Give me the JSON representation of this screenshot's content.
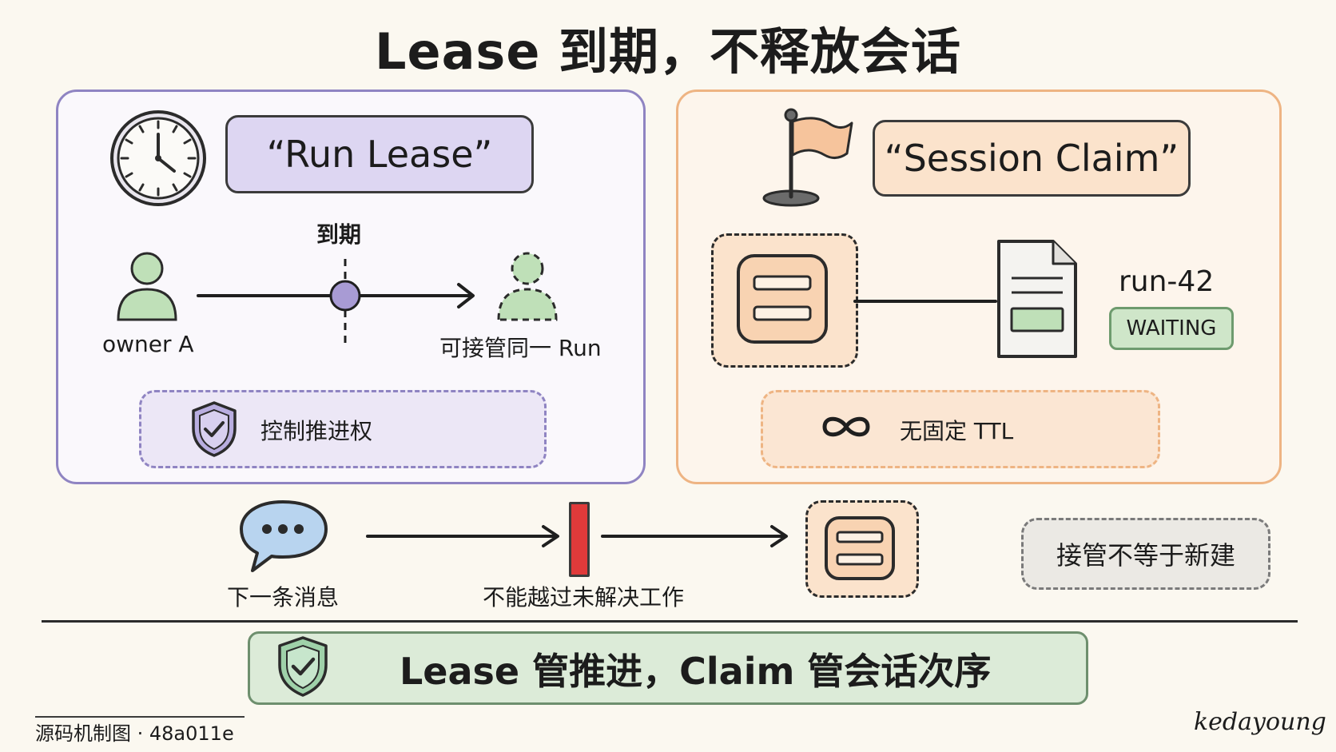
{
  "title": "Lease 到期，不释放会话",
  "run_lease": {
    "label": "“Run Lease”",
    "expiry_label": "到期",
    "owner_label": "owner A",
    "takeover_label": "可接管同一 Run",
    "control_label": "控制推进权"
  },
  "session_claim": {
    "label": "“Session Claim”",
    "run_id": "run-42",
    "status": "WAITING",
    "ttl_label": "无固定 TTL"
  },
  "flow": {
    "message_label": "下一条消息",
    "blocker_label": "不能越过未解决工作",
    "takeover_note": "接管不等于新建"
  },
  "summary": "Lease 管推进，Claim 管会话次序",
  "footer": {
    "source": "源码机制图 · 48a011e",
    "signature": "kedayoung"
  },
  "colors": {
    "lease_purple": "#8f84c2",
    "claim_orange": "#eeb483",
    "person_green": "#bfe0b8",
    "blocker_red": "#e03a3a",
    "summary_green": "#dcebd8"
  }
}
